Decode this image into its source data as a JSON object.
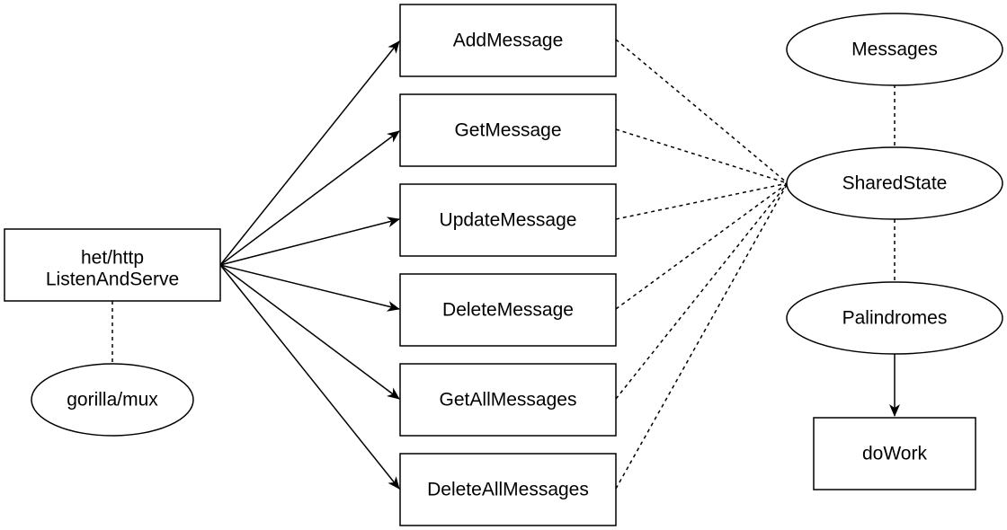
{
  "nodes": {
    "server": {
      "line1": "het/http",
      "line2": "ListenAndServe"
    },
    "router": {
      "label": "gorilla/mux"
    },
    "handlers": [
      {
        "label": "AddMessage"
      },
      {
        "label": "GetMessage"
      },
      {
        "label": "UpdateMessage"
      },
      {
        "label": "DeleteMessage"
      },
      {
        "label": "GetAllMessages"
      },
      {
        "label": "DeleteAllMessages"
      }
    ],
    "messages": {
      "label": "Messages"
    },
    "shared_state": {
      "label": "SharedState"
    },
    "palindromes": {
      "label": "Palindromes"
    },
    "do_work": {
      "label": "doWork"
    }
  },
  "colors": {
    "stroke": "#000000",
    "fill": "#ffffff",
    "text": "#000000"
  }
}
